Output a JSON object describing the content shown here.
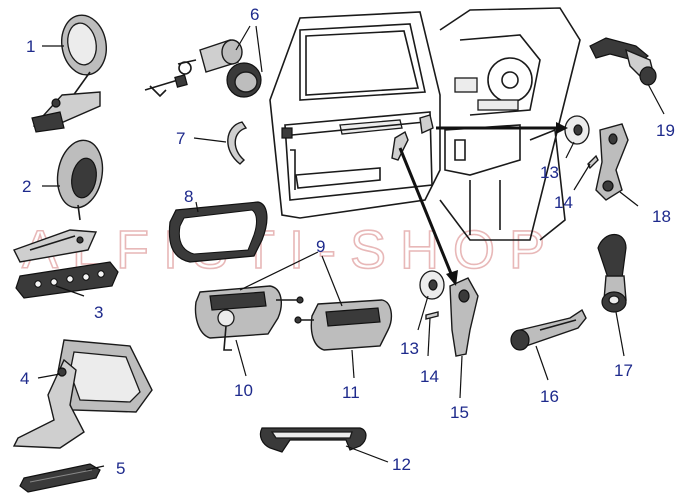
{
  "watermark": "ALFISTI-SHOP",
  "parts": [
    {
      "number": "1"
    },
    {
      "number": "2"
    },
    {
      "number": "3"
    },
    {
      "number": "4"
    },
    {
      "number": "5"
    },
    {
      "number": "6"
    },
    {
      "number": "7"
    },
    {
      "number": "8"
    },
    {
      "number": "9"
    },
    {
      "number": "10"
    },
    {
      "number": "11"
    },
    {
      "number": "12"
    },
    {
      "number": "13"
    },
    {
      "number": "14"
    },
    {
      "number": "15"
    },
    {
      "number": "13"
    },
    {
      "number": "14"
    },
    {
      "number": "16"
    },
    {
      "number": "17"
    },
    {
      "number": "18"
    },
    {
      "number": "19"
    }
  ],
  "colors": {
    "label": "#1e2a8c",
    "watermark": "#e8b8b8",
    "line": "#111111"
  }
}
